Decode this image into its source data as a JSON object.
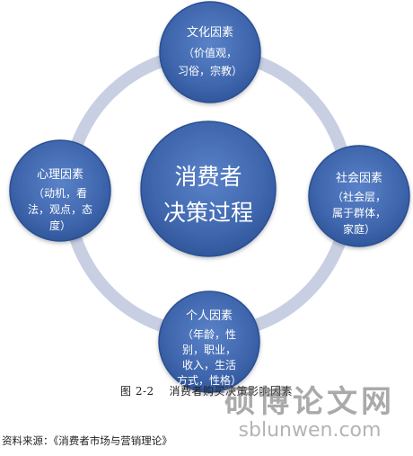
{
  "diagram": {
    "center": {
      "lines": [
        "消费者",
        "决策过程"
      ]
    },
    "nodes": {
      "top": {
        "title": "文化因素",
        "lines": [
          "（价值观，",
          "习俗，宗教）"
        ]
      },
      "right": {
        "title": "社会因素",
        "lines": [
          "（社会层，",
          "属于群体，",
          "家庭）"
        ]
      },
      "bottom": {
        "title": "个人因素",
        "lines": [
          "（年龄，性",
          "别，职业，",
          "收入，生活",
          "方式，性格）"
        ]
      },
      "left": {
        "title": "心理因素",
        "lines": [
          "（动机，看",
          "法，观点，态",
          "度）"
        ]
      }
    },
    "colors": {
      "ring": "#c8cfe3",
      "circle_fill": "#3f66ad",
      "circle_edge": "#2a4f93",
      "text": "#ffffff"
    }
  },
  "caption": "图 2-2　 消费者购买决策影响因素",
  "source": "资料来源：《消费者市场与营销理论》",
  "watermark": {
    "chinese": "硕博论文网",
    "url": "sblunwen.com"
  }
}
